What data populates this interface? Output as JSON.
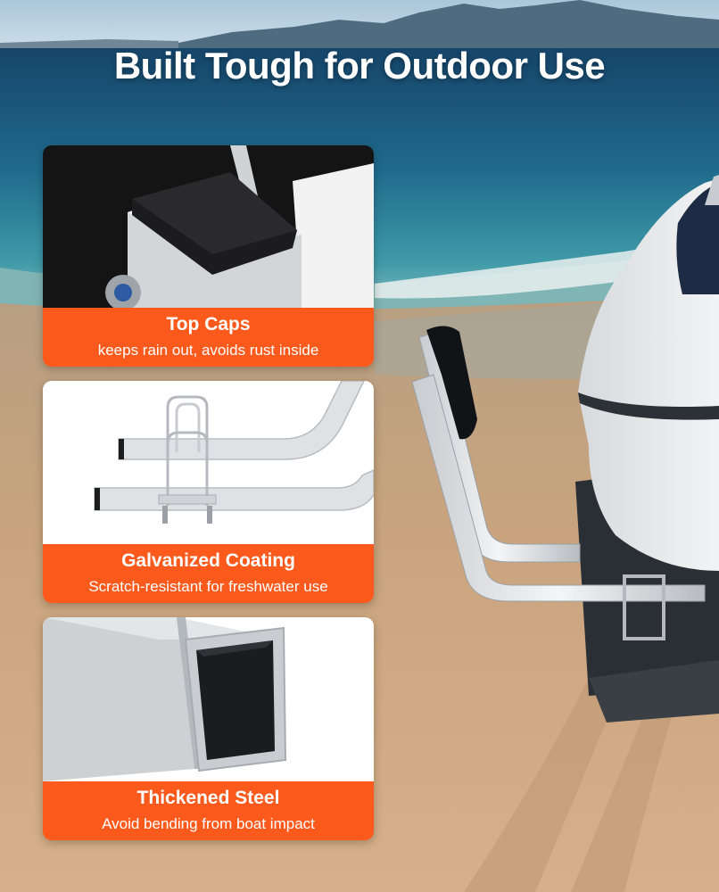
{
  "headline": "Built Tough for Outdoor Use",
  "features": [
    {
      "title": "Top Caps",
      "subtitle": "keeps rain out, avoids rust inside",
      "icon": "top-cap-closeup"
    },
    {
      "title": "Galvanized Coating",
      "subtitle": "Scratch-resistant for freshwater use",
      "icon": "guide-bar-brackets"
    },
    {
      "title": "Thickened Steel",
      "subtitle": "Avoid bending from boat impact",
      "icon": "square-steel-tube"
    }
  ],
  "colors": {
    "accent": "#fb5a1c",
    "text": "#ffffff"
  }
}
